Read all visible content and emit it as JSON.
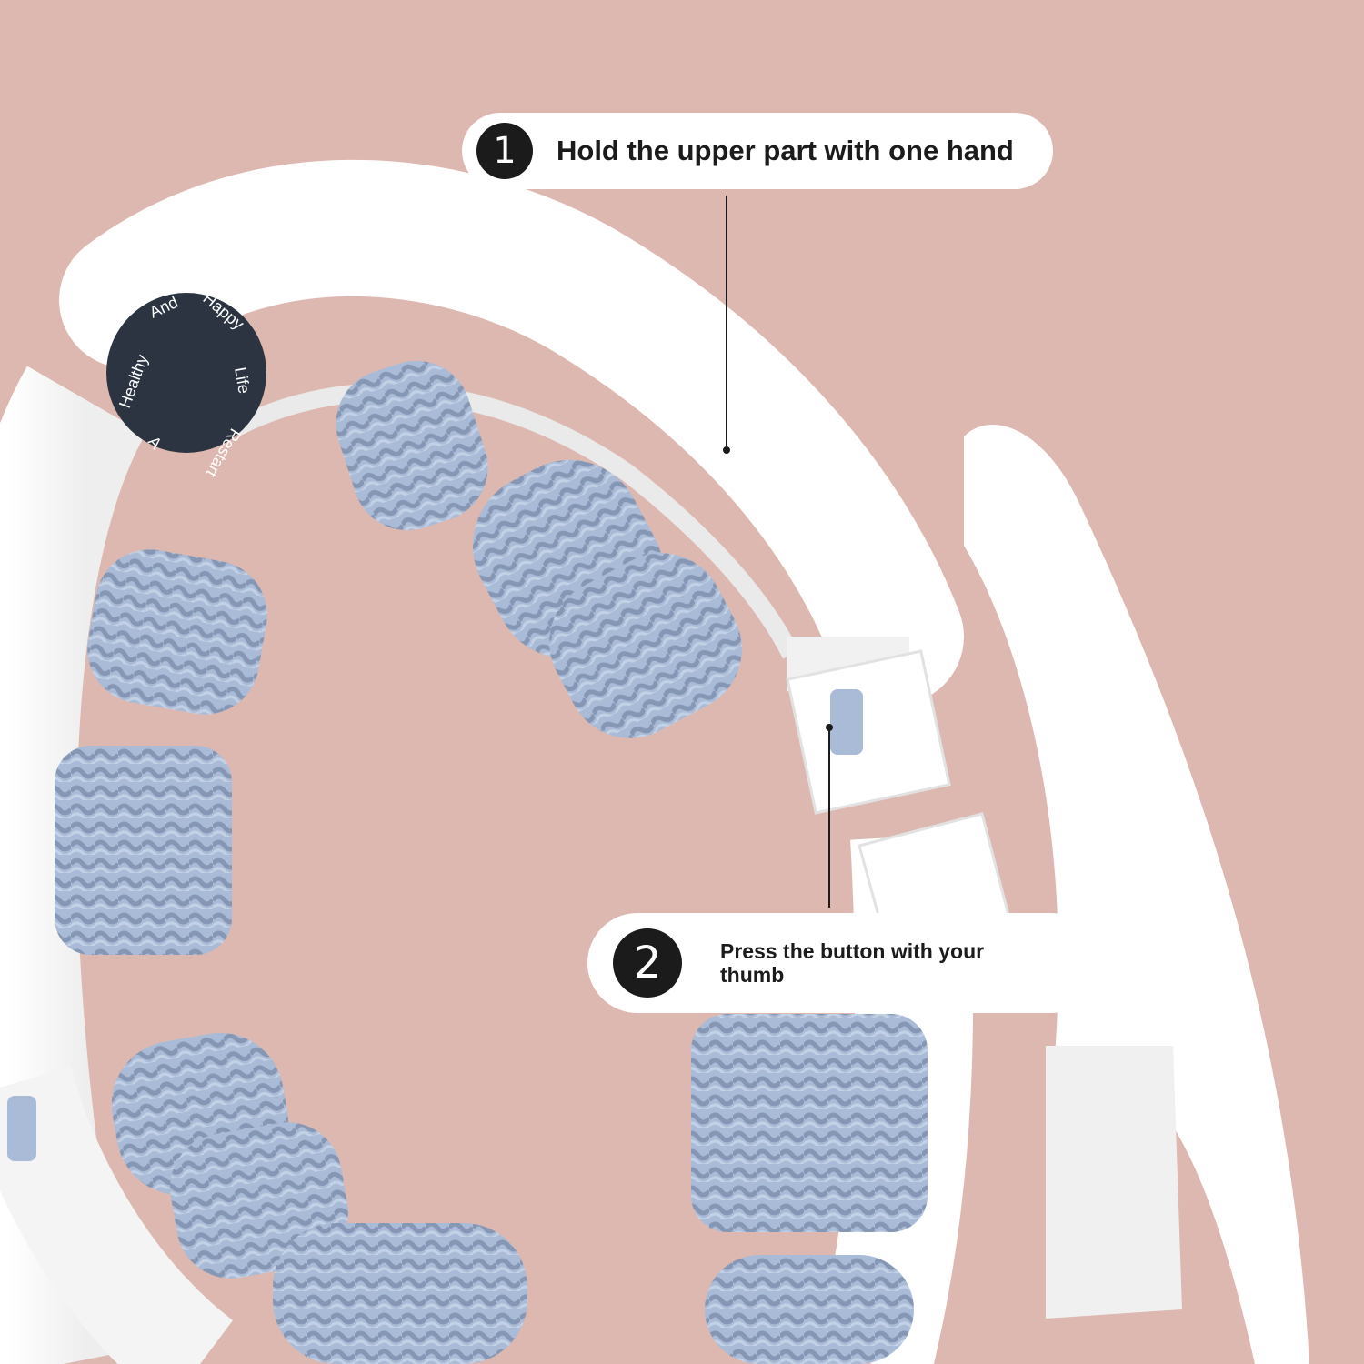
{
  "palette": {
    "background": "#ddb8b0",
    "hoop": "#ffffff",
    "roller": "#a9bbd6",
    "badge": "#2b3440",
    "callout": "#ffffff",
    "step_circle": "#1b1b1b"
  },
  "badge": {
    "words": [
      "A",
      "Healthy",
      "And",
      "Happy",
      "Life",
      "Restart"
    ]
  },
  "callouts": [
    {
      "number": "1",
      "text": "Hold the upper part with one hand"
    },
    {
      "number": "2",
      "text": "Press the button with your thumb"
    }
  ]
}
